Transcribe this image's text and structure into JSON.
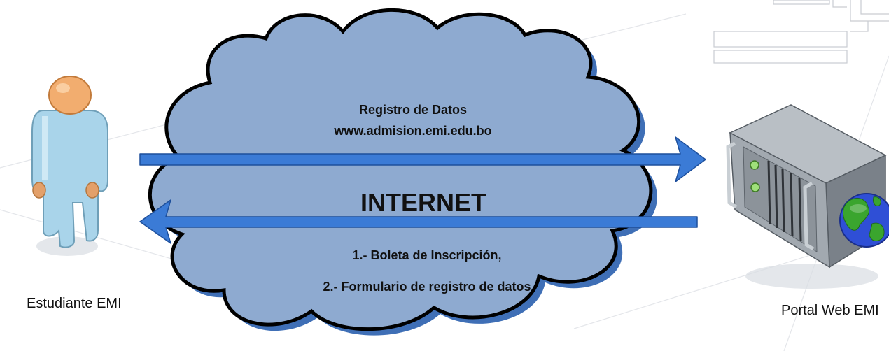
{
  "labels": {
    "student": "Estudiante EMI",
    "portal": "Portal Web EMI",
    "registro_title": "Registro de Datos",
    "registro_url": "www.admision.emi.edu.bo",
    "internet": "INTERNET",
    "item1": "1.- Boleta de Inscripción,",
    "item2": "2.- Formulario de registro de datos"
  },
  "icons": {
    "student": "person-icon",
    "server": "server-icon",
    "globe": "globe-icon",
    "cloud": "cloud-shape"
  },
  "colors": {
    "cloud_fill": "#8eaad0",
    "cloud_stroke": "#000000",
    "cloud_shadow": "#3f6fb6",
    "arrow_fill": "#3b7bd6",
    "arrow_stroke": "#1d4f9c",
    "person_body": "#a9d4ea",
    "person_head": "#f2ad6f",
    "server_body": "#9fa6ad",
    "globe_ocean": "#2f4fd6",
    "globe_land": "#3aa52e"
  }
}
